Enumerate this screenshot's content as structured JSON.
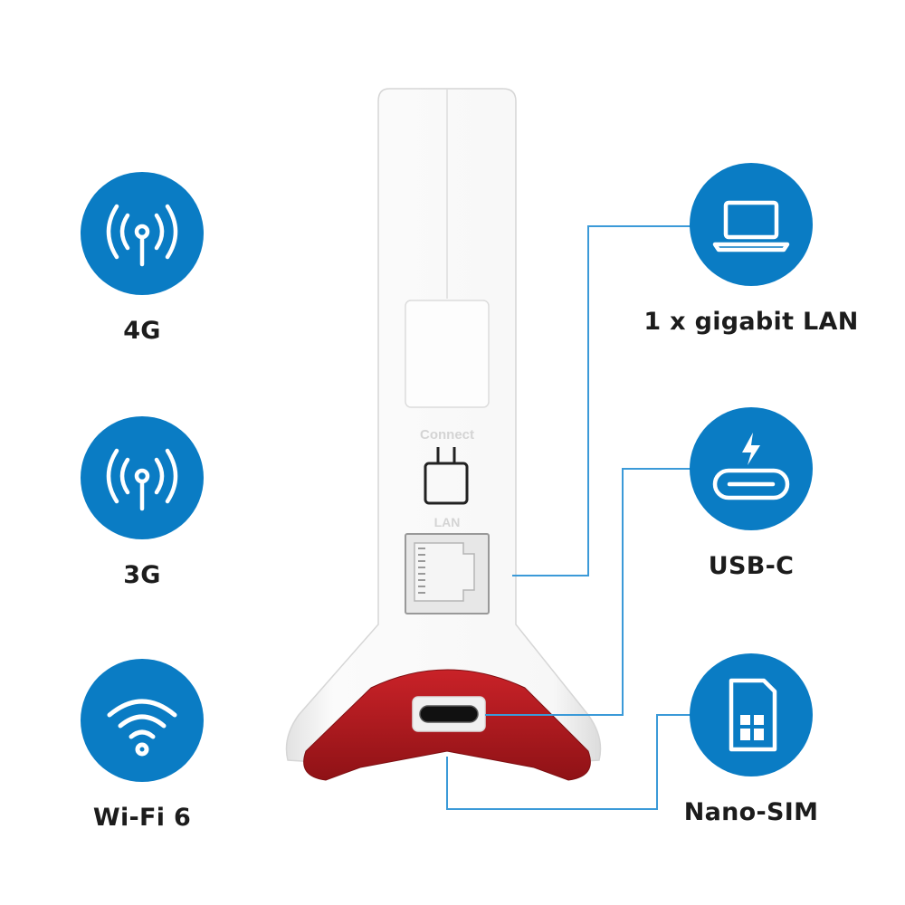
{
  "accent": "#0a7cc4",
  "device": {
    "button_text": "Connect",
    "port_text": "LAN",
    "body_color": "#f4f4f4",
    "base_color": "#b41a1f"
  },
  "features_left": [
    {
      "label": "4G",
      "icon": "cellular-antenna-icon"
    },
    {
      "label": "3G",
      "icon": "cellular-antenna-icon"
    },
    {
      "label": "Wi-Fi 6",
      "icon": "wifi-icon"
    }
  ],
  "features_right": [
    {
      "label": "1 x gigabit LAN",
      "icon": "laptop-icon"
    },
    {
      "label": "USB-C",
      "icon": "usb-c-icon"
    },
    {
      "label": "Nano-SIM",
      "icon": "sim-card-icon"
    }
  ]
}
